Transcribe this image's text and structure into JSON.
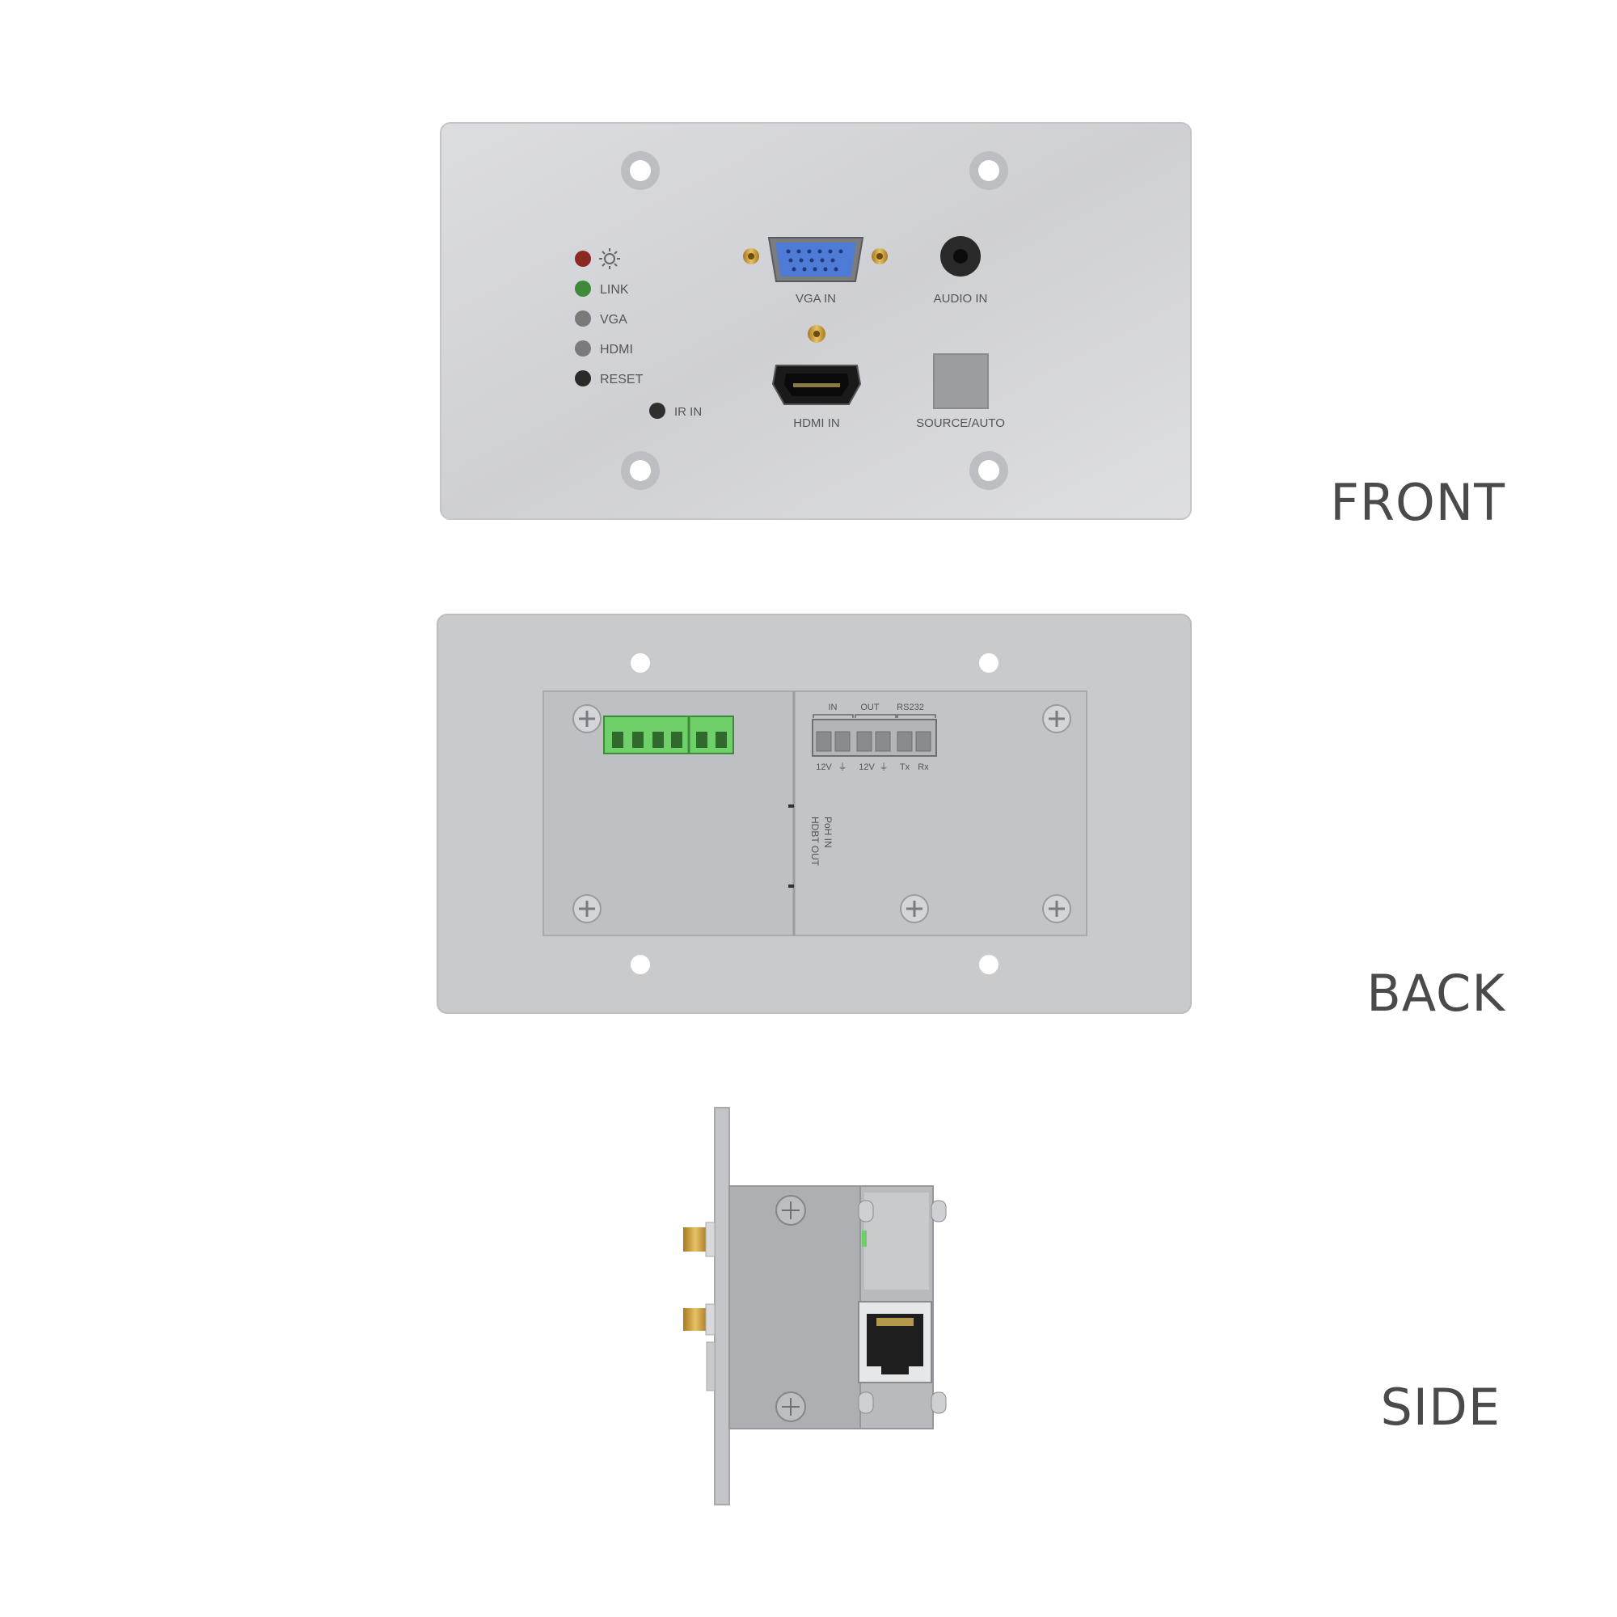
{
  "views": {
    "front": "FRONT",
    "back": "BACK",
    "side": "SIDE"
  },
  "front_panel": {
    "leds": [
      {
        "label": "",
        "color": "#8a2a22",
        "icon": "sun-icon"
      },
      {
        "label": "LINK",
        "color": "#3f8a3a"
      },
      {
        "label": "VGA",
        "color": "#7a7a7a"
      },
      {
        "label": "HDMI",
        "color": "#7a7a7a"
      },
      {
        "label": "RESET",
        "color": "#2a2a2a"
      }
    ],
    "ir_label": "IR IN",
    "vga_label": "VGA IN",
    "audio_label": "AUDIO IN",
    "hdmi_label": "HDMI IN",
    "source_label": "SOURCE/AUTO"
  },
  "back_panel": {
    "terminal_in": "IN",
    "terminal_out": "OUT",
    "terminal_rs232": "RS232",
    "pin_labels": [
      "12V",
      "⏚",
      "12V",
      "⏚",
      "Tx",
      "Rx"
    ],
    "side_label_1": "PoH IN",
    "side_label_2": "HDBT OUT"
  },
  "colors": {
    "panel_front": "#d8d9db",
    "panel_back": "#c9cacc",
    "vga_blue": "#4d7bd6",
    "terminal_green": "#6fd06a",
    "gold": "#c7962e"
  }
}
